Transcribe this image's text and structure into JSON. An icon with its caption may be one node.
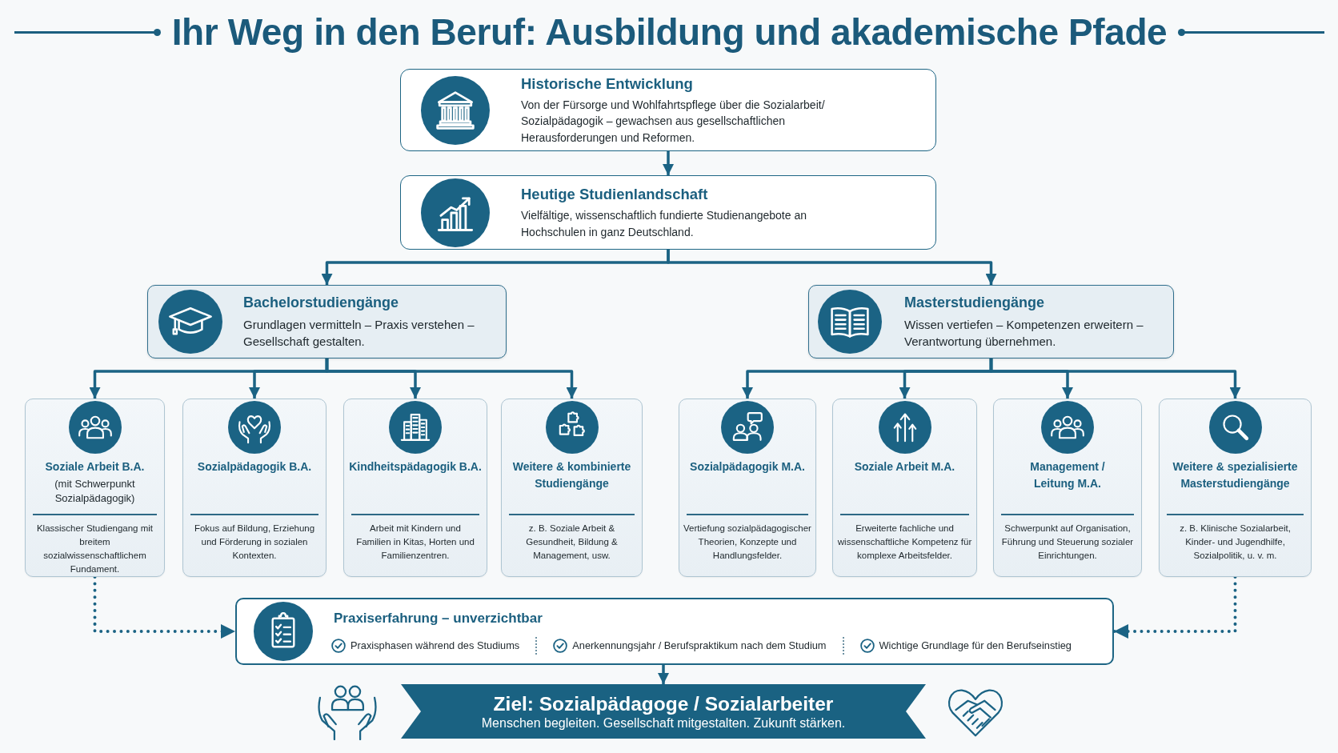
{
  "diagram": {
    "title": "Ihr Weg in den Beruf: Ausbildung und akademische Pfade",
    "nodes": [
      {
        "text": [
          "Historische Entwicklung",
          "Von der Fürsorge und Wohlfahrtspflege über die Sozialarbeit/ Sozialpädagogik – gewachsen aus gesellschaftlichen Herausforderungen und Reformen."
        ]
      },
      {
        "text": [
          "Heutige Studienlandschaft",
          "Vielfältige, wissenschaftlich fundierte Studienangebote an Hochschulen in ganz Deutschland."
        ]
      },
      {
        "text": [
          "Bachelorstudiengänge",
          "Grundlagen vermitteln – Praxis verstehen – Gesellschaft gestalten."
        ]
      },
      {
        "text": [
          "Masterstudiengänge",
          "Wissen vertiefen – Kompetenzen erweitern – Verantwortung übernehmen."
        ]
      },
      {
        "text": [
          "Soziale Arbeit B.A.",
          "(mit Schwerpunkt Sozialpädagogik)",
          "Klassischer Studiengang mit breitem sozialwissenschaftlichem Fundament."
        ]
      },
      {
        "text": [
          "Sozialpädagogik B.A.",
          "Fokus auf Bildung, Erziehung und Förderung in sozialen Kontexten."
        ]
      },
      {
        "text": [
          "Kindheitspädagogik B.A.",
          "Arbeit mit Kindern und Familien in Kitas, Horten und Familienzentren."
        ]
      },
      {
        "text": [
          "Weitere & kombinierte Studiengänge",
          "z. B. Soziale Arbeit & Gesundheit, Bildung & Management, usw."
        ]
      },
      {
        "text": [
          "Sozialpädagogik M.A.",
          "Vertiefung sozialpädagogischer Theorien, Konzepte und Handlungsfelder."
        ]
      },
      {
        "text": [
          "Soziale Arbeit M.A.",
          "Erweiterte fachliche und wissenschaftliche Kompetenz für komplexe Arbeitsfelder."
        ]
      },
      {
        "text": [
          "Management / Leitung M.A.",
          "Schwerpunkt auf Organisation, Führung und Steuerung sozialer Einrichtungen."
        ]
      },
      {
        "text": [
          "Weitere & spezialisierte Masterstudiengänge",
          "z. B. Klinische Sozialarbeit, Kinder- und Jugendhilfe, Sozialpolitik, u. v. m."
        ]
      },
      {
        "text": [
          "Praxiserfahrung – unverzichtbar",
          "Praxisphasen während des Studiums",
          "Anerkennungsjahr / Berufspraktikum nach dem Studium",
          "Wichtige Grundlage für den Berufseinstieg"
        ]
      },
      {
        "text": [
          "Ziel: Sozialpädagoge / Sozialarbeiter",
          "Menschen begleiten. Gesellschaft mitgestalten. Zukunft stärken."
        ]
      }
    ],
    "edges": [
      {
        "from": 0,
        "to": 1,
        "arrow": "to"
      },
      {
        "from": 1,
        "to": 2,
        "arrow": "to"
      },
      {
        "from": 1,
        "to": 3,
        "arrow": "to"
      },
      {
        "from": 2,
        "to": 4,
        "arrow": "to"
      },
      {
        "from": 2,
        "to": 5,
        "arrow": "to"
      },
      {
        "from": 2,
        "to": 6,
        "arrow": "to"
      },
      {
        "from": 2,
        "to": 7,
        "arrow": "to"
      },
      {
        "from": 3,
        "to": 8,
        "arrow": "to"
      },
      {
        "from": 3,
        "to": 9,
        "arrow": "to"
      },
      {
        "from": 3,
        "to": 10,
        "arrow": "to"
      },
      {
        "from": 3,
        "to": 11,
        "arrow": "to"
      },
      {
        "from": 4,
        "to": 12,
        "arrow": "to",
        "style": "dashed"
      },
      {
        "from": 11,
        "to": 12,
        "arrow": "to",
        "style": "dashed"
      },
      {
        "from": 12,
        "to": 13,
        "arrow": "to"
      }
    ]
  }
}
